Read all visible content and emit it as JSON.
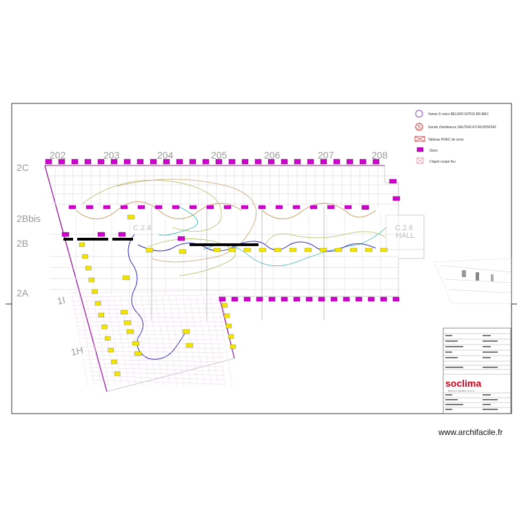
{
  "legend": [
    {
      "icon": "valve-icon",
      "label": "Vanne 6 voies BELIMO EP015-R6-BAC"
    },
    {
      "icon": "sensor-icon",
      "label": "Sonde d'ambiance SAUTER EY-RU355F041"
    },
    {
      "icon": "hvac-panel-icon",
      "label": "Tableau HVAC de zone"
    },
    {
      "icon": "blind-icon",
      "label": "Store"
    },
    {
      "icon": "fire-damper-icon",
      "label": "Clapet coupe feu"
    }
  ],
  "grid_columns": [
    "202",
    "203",
    "204",
    "205",
    "206",
    "207",
    "208"
  ],
  "row_labels": [
    "2C",
    "2Bbis",
    "2B",
    "2A",
    "1I",
    "1H"
  ],
  "rooms": [
    {
      "code": "C.2.4",
      "name": ""
    },
    {
      "code": "C.2.6",
      "name": "HALL"
    }
  ],
  "title_block": {
    "logo": "soclima",
    "subtitle": "Bureau et régulation de zone"
  },
  "footer": {
    "watermark": "www.archifacile.fr"
  },
  "colors": {
    "frame": "#000000",
    "grid": "#b0b0b0",
    "pink_markers": "#d100d1",
    "yellow_tags": "#f2e600",
    "duct_blue": "#2b2bb8",
    "duct_teal": "#3ab5b0",
    "duct_tan": "#c8a06a",
    "duct_green": "#a8c060",
    "logo_red": "#d8001a"
  }
}
